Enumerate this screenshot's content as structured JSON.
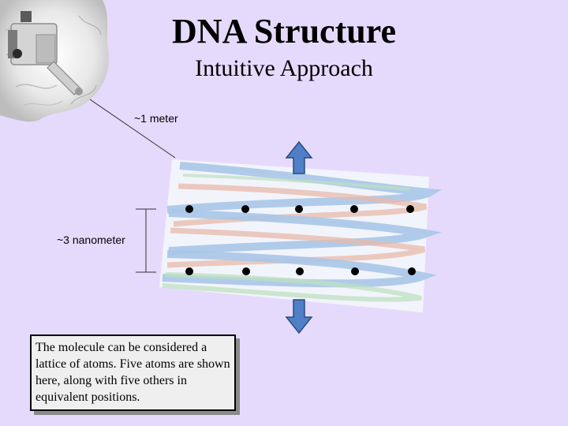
{
  "title": "DNA Structure",
  "subtitle": "Intuitive Approach",
  "labels": {
    "length": "~1 meter",
    "width": "~3 nanometer"
  },
  "caption": "The molecule can be considered a lattice of atoms. Five atoms are shown here, along with five others in equivalent positions.",
  "colors": {
    "background": "#e6dafc",
    "arrow": "#4f7fc6",
    "arrow_outline": "#2a4c80",
    "atom": "#000000",
    "strand": "#a9c7e8"
  },
  "icons": [
    "fiber-optic-probe-icon",
    "up-arrow-icon",
    "down-arrow-icon"
  ]
}
